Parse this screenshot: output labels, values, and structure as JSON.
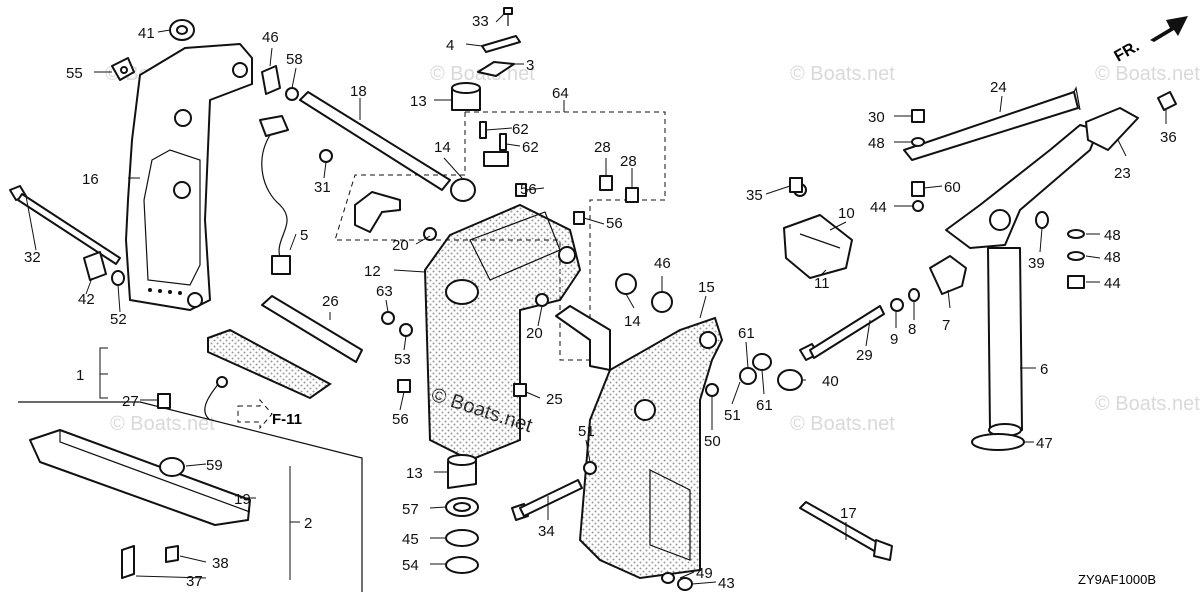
{
  "diagram": {
    "code": "ZY9AF1000B",
    "direction_label": "FR.",
    "reference_label": "F-11",
    "watermark": "© Boats.net",
    "parts": [
      {
        "id": "p1",
        "label": "1"
      },
      {
        "id": "p2",
        "label": "2"
      },
      {
        "id": "p3",
        "label": "3"
      },
      {
        "id": "p4",
        "label": "4"
      },
      {
        "id": "p5",
        "label": "5"
      },
      {
        "id": "p6",
        "label": "6"
      },
      {
        "id": "p7",
        "label": "7"
      },
      {
        "id": "p8",
        "label": "8"
      },
      {
        "id": "p9",
        "label": "9"
      },
      {
        "id": "p10",
        "label": "10"
      },
      {
        "id": "p11",
        "label": "11"
      },
      {
        "id": "p12",
        "label": "12"
      },
      {
        "id": "p13a",
        "label": "13"
      },
      {
        "id": "p13b",
        "label": "13"
      },
      {
        "id": "p14a",
        "label": "14"
      },
      {
        "id": "p14b",
        "label": "14"
      },
      {
        "id": "p15",
        "label": "15"
      },
      {
        "id": "p16",
        "label": "16"
      },
      {
        "id": "p17",
        "label": "17"
      },
      {
        "id": "p18",
        "label": "18"
      },
      {
        "id": "p19",
        "label": "19"
      },
      {
        "id": "p20a",
        "label": "20"
      },
      {
        "id": "p20b",
        "label": "20"
      },
      {
        "id": "p23",
        "label": "23"
      },
      {
        "id": "p24",
        "label": "24"
      },
      {
        "id": "p25",
        "label": "25"
      },
      {
        "id": "p26",
        "label": "26"
      },
      {
        "id": "p27",
        "label": "27"
      },
      {
        "id": "p28a",
        "label": "28"
      },
      {
        "id": "p28b",
        "label": "28"
      },
      {
        "id": "p29",
        "label": "29"
      },
      {
        "id": "p30",
        "label": "30"
      },
      {
        "id": "p31",
        "label": "31"
      },
      {
        "id": "p32",
        "label": "32"
      },
      {
        "id": "p33",
        "label": "33"
      },
      {
        "id": "p34",
        "label": "34"
      },
      {
        "id": "p35",
        "label": "35"
      },
      {
        "id": "p36",
        "label": "36"
      },
      {
        "id": "p37",
        "label": "37"
      },
      {
        "id": "p38",
        "label": "38"
      },
      {
        "id": "p39",
        "label": "39"
      },
      {
        "id": "p40",
        "label": "40"
      },
      {
        "id": "p41",
        "label": "41"
      },
      {
        "id": "p42",
        "label": "42"
      },
      {
        "id": "p43",
        "label": "43"
      },
      {
        "id": "p44a",
        "label": "44"
      },
      {
        "id": "p44b",
        "label": "44"
      },
      {
        "id": "p45",
        "label": "45"
      },
      {
        "id": "p46a",
        "label": "46"
      },
      {
        "id": "p46b",
        "label": "46"
      },
      {
        "id": "p47",
        "label": "47"
      },
      {
        "id": "p48a",
        "label": "48"
      },
      {
        "id": "p48b",
        "label": "48"
      },
      {
        "id": "p48c",
        "label": "48"
      },
      {
        "id": "p49",
        "label": "49"
      },
      {
        "id": "p50",
        "label": "50"
      },
      {
        "id": "p51a",
        "label": "51"
      },
      {
        "id": "p51b",
        "label": "51"
      },
      {
        "id": "p52",
        "label": "52"
      },
      {
        "id": "p53",
        "label": "53"
      },
      {
        "id": "p54",
        "label": "54"
      },
      {
        "id": "p55",
        "label": "55"
      },
      {
        "id": "p56a",
        "label": "56"
      },
      {
        "id": "p56b",
        "label": "56"
      },
      {
        "id": "p56c",
        "label": "56"
      },
      {
        "id": "p57",
        "label": "57"
      },
      {
        "id": "p58",
        "label": "58"
      },
      {
        "id": "p59",
        "label": "59"
      },
      {
        "id": "p60",
        "label": "60"
      },
      {
        "id": "p61a",
        "label": "61"
      },
      {
        "id": "p61b",
        "label": "61"
      },
      {
        "id": "p62a",
        "label": "62"
      },
      {
        "id": "p62b",
        "label": "62"
      },
      {
        "id": "p63",
        "label": "63"
      },
      {
        "id": "p64",
        "label": "64"
      }
    ]
  }
}
